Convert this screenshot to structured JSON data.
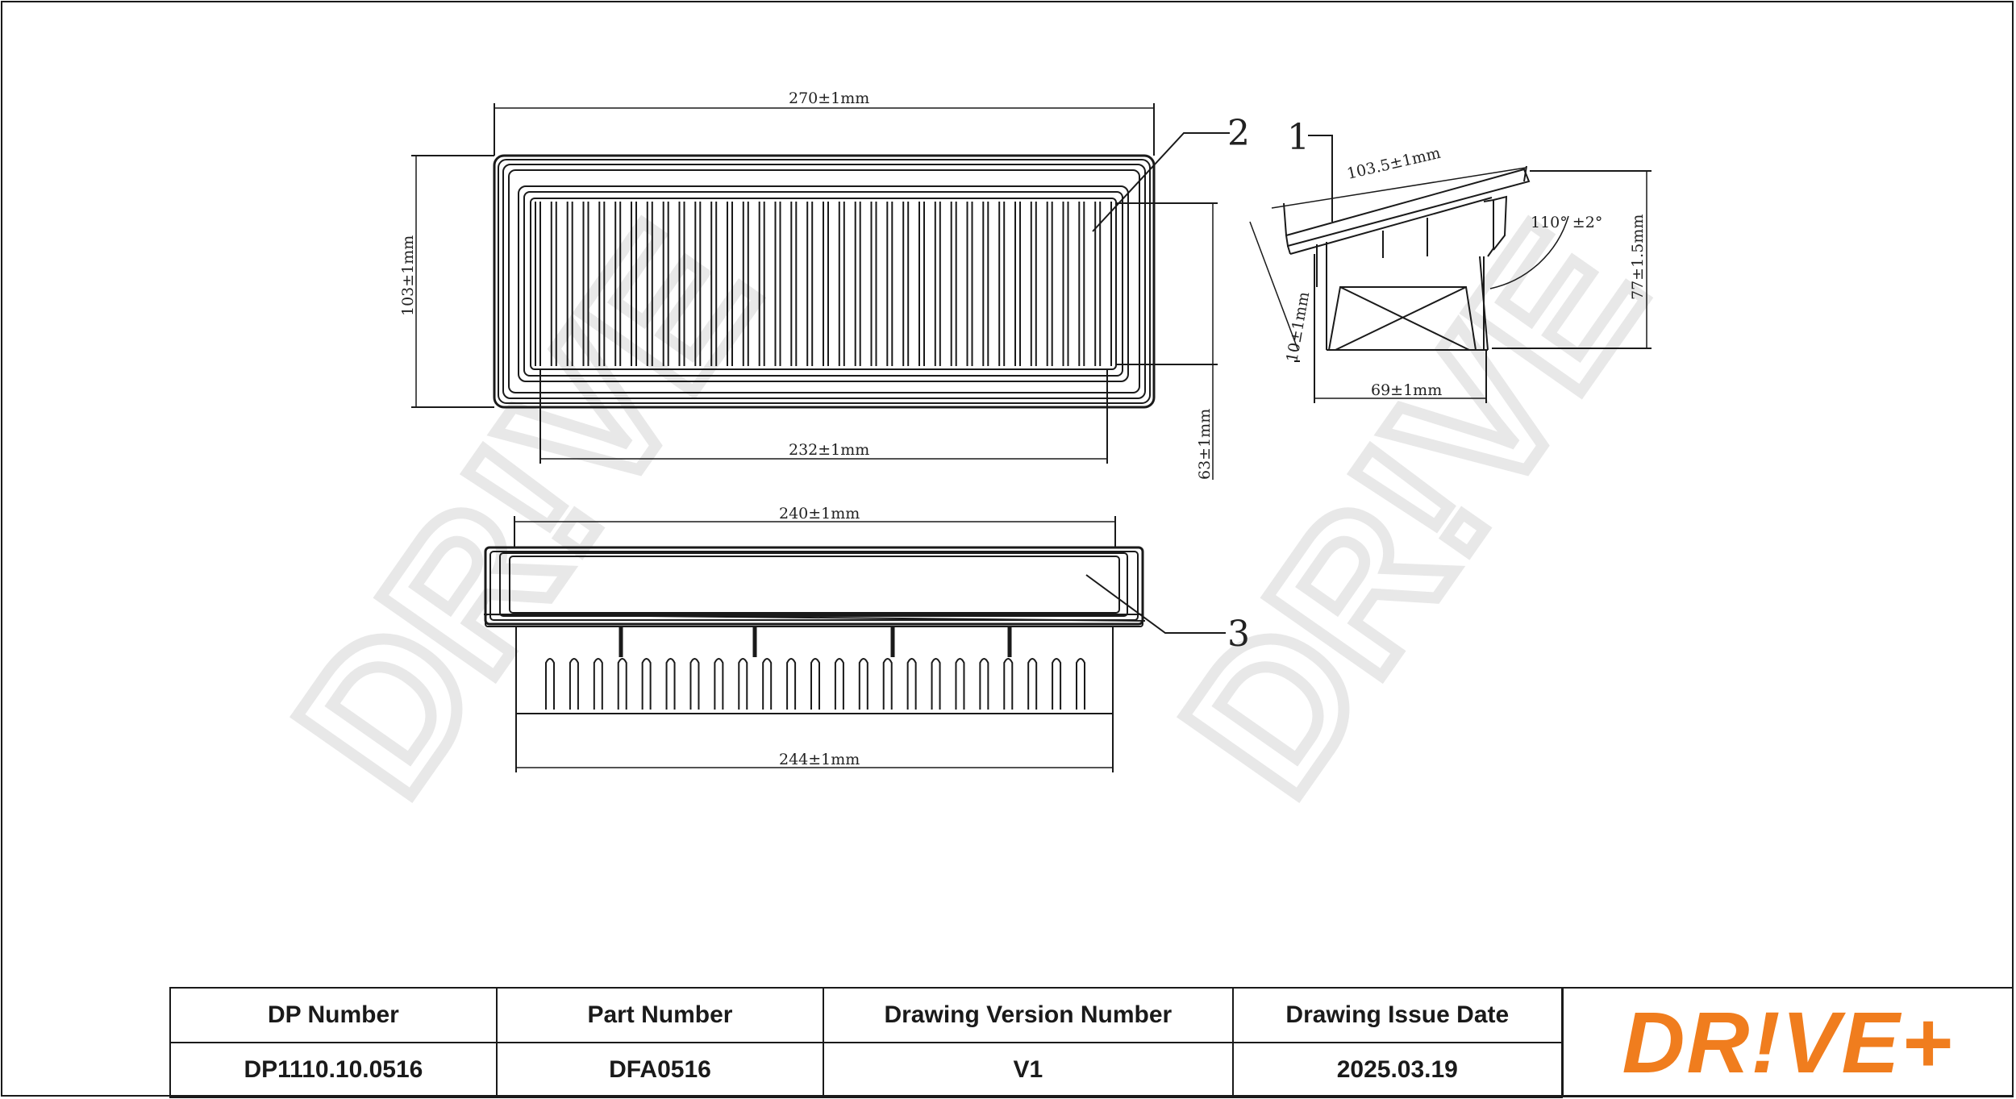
{
  "callouts": {
    "c1": "1",
    "c2": "2",
    "c3": "3"
  },
  "dimensions": {
    "top_width": "270±1mm",
    "top_height": "103±1mm",
    "inner_width": "232±1mm",
    "inner_height": "63±1mm",
    "side_slant": "103.5±1mm",
    "side_angle": "110° ±2°",
    "side_height": "77±1.5mm",
    "side_lip": "10±1mm",
    "side_base": "69±1mm",
    "front_top": "240±1mm",
    "front_bottom": "244±1mm"
  },
  "watermark": "DR!VE",
  "title_block": {
    "headers": [
      "DP Number",
      "Part Number",
      "Drawing Version Number",
      "Drawing Issue Date"
    ],
    "values": [
      "DP1110.10.0516",
      "DFA0516",
      "V1",
      "2025.03.19"
    ],
    "logo": "DR!VE+"
  },
  "colors": {
    "logo": "#f07d1e",
    "line": "#1a1a1a",
    "watermark": "#e8e8e8"
  }
}
